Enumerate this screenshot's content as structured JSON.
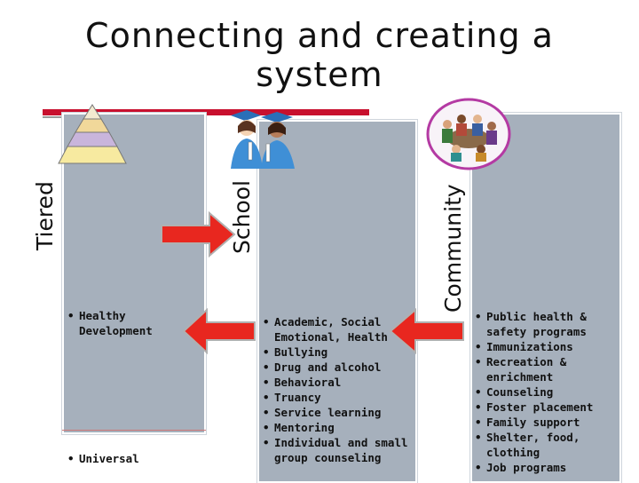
{
  "title": "Connecting and creating a system",
  "labels": {
    "tiered": "Tiered",
    "school": "School",
    "community": "Community"
  },
  "tiered_column": {
    "top_items": [
      "Healthy Development"
    ],
    "bottom_items": [
      "Universal"
    ]
  },
  "school_column": {
    "items": [
      "Academic, Social Emotional, Health",
      "Bullying",
      "Drug and alcohol",
      "Behavioral",
      "Truancy",
      "Service learning",
      "Mentoring",
      "Individual and small group counseling"
    ]
  },
  "community_column": {
    "items": [
      "Public health & safety programs",
      "Immunizations",
      "Recreation & enrichment",
      "Counseling",
      "Foster placement",
      "Family support",
      "Shelter, food, clothing",
      "Job programs"
    ]
  },
  "colors": {
    "accent_red": "#c8102e",
    "arrow_red": "#e8271f",
    "column_fill": "#a6b0bc"
  },
  "icons": [
    "pyramid-icon",
    "graduates-icon",
    "community-meeting-icon",
    "arrow-right-icon",
    "arrow-left-icon"
  ]
}
